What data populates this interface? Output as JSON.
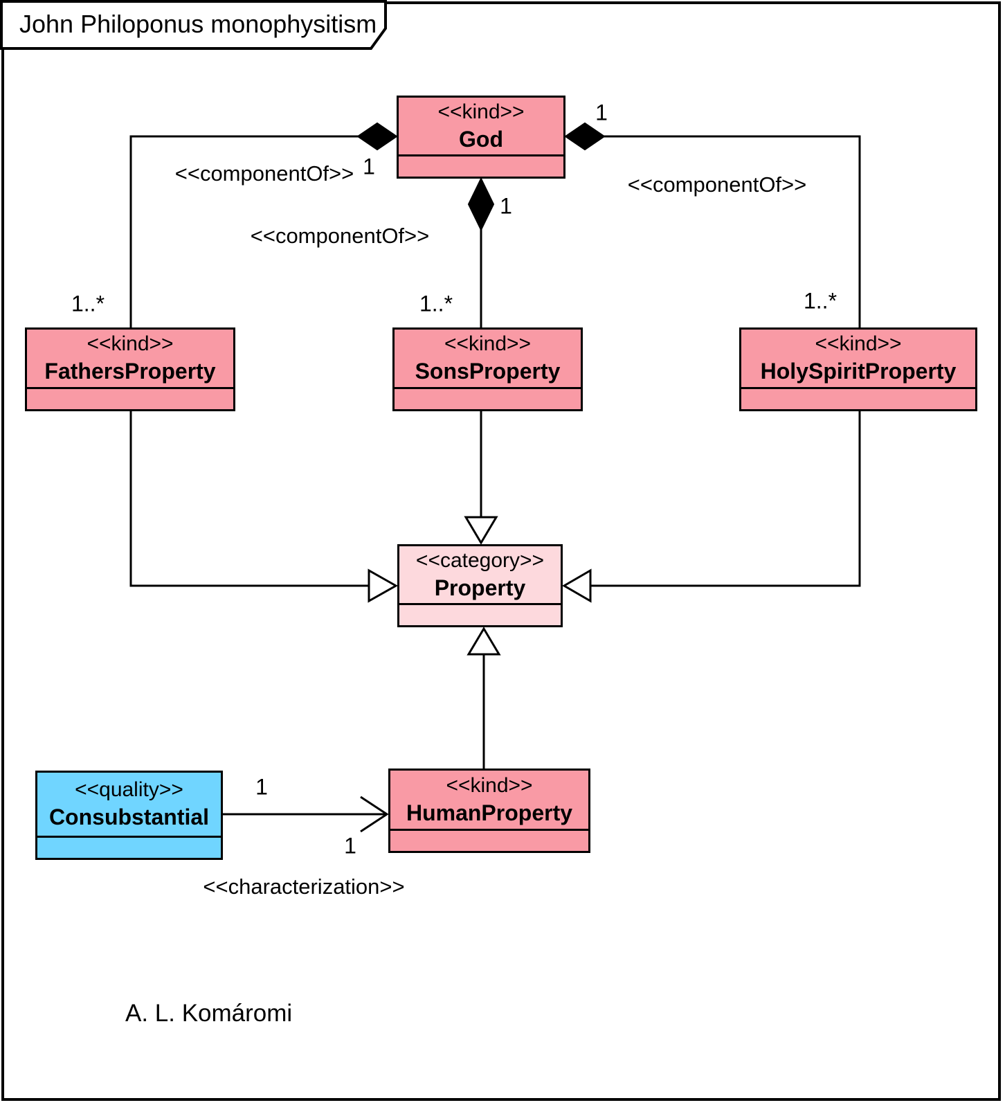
{
  "diagram": {
    "title": "John Philoponus monophysitism",
    "attribution": "A. L. Komáromi",
    "colors": {
      "kind_fill": "#F99AA5",
      "category_fill": "#FDD9DD",
      "quality_fill": "#70D5FF",
      "line_color": "#000000",
      "background": "#FFFFFF"
    }
  },
  "classes": {
    "god": {
      "stereotype": "<<kind>>",
      "name": "God"
    },
    "fathers_property": {
      "stereotype": "<<kind>>",
      "name": "FathersProperty"
    },
    "sons_property": {
      "stereotype": "<<kind>>",
      "name": "SonsProperty"
    },
    "holy_spirit_property": {
      "stereotype": "<<kind>>",
      "name": "HolySpiritProperty"
    },
    "property": {
      "stereotype": "<<category>>",
      "name": "Property"
    },
    "human_property": {
      "stereotype": "<<kind>>",
      "name": "HumanProperty"
    },
    "consubstantial": {
      "stereotype": "<<quality>>",
      "name": "Consubstantial"
    }
  },
  "edges": {
    "god_fathers": {
      "stereotype": "<<componentOf>>",
      "whole_multiplicity": "1",
      "part_multiplicity": "1..*"
    },
    "god_sons": {
      "stereotype": "<<componentOf>>",
      "whole_multiplicity": "1",
      "part_multiplicity": "1..*"
    },
    "god_holy_spirit": {
      "stereotype": "<<componentOf>>",
      "whole_multiplicity": "1",
      "part_multiplicity": "1..*"
    },
    "characterization": {
      "stereotype": "<<characterization>>",
      "source_multiplicity": "1",
      "target_multiplicity": "1"
    }
  }
}
